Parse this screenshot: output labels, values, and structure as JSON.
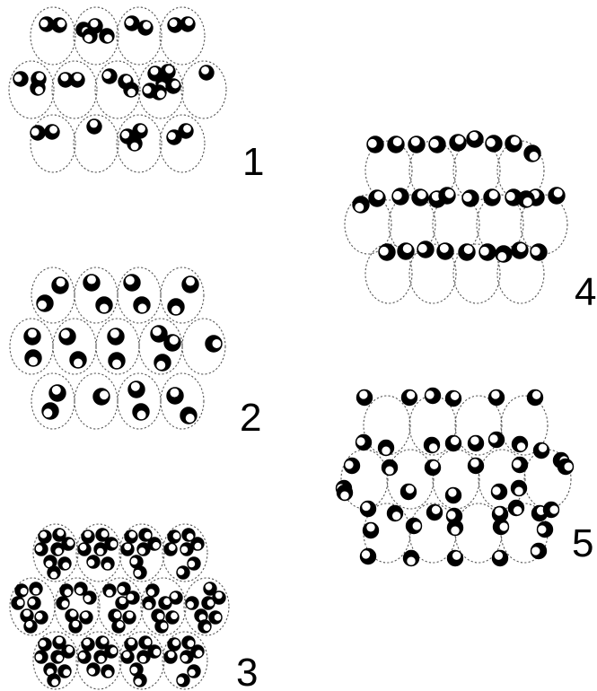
{
  "panels": [
    {
      "id": "1",
      "label": "1",
      "layout": "clusters-top"
    },
    {
      "id": "2",
      "label": "2",
      "layout": "pairs-inside"
    },
    {
      "id": "3",
      "label": "3",
      "layout": "dense-inside"
    },
    {
      "id": "4",
      "label": "4",
      "layout": "row-tops"
    },
    {
      "id": "5",
      "label": "5",
      "layout": "vertex-sites"
    }
  ],
  "colors": {
    "cell_outline": "#555555",
    "particle_dark": "#000000",
    "particle_light": "#ffffff"
  }
}
